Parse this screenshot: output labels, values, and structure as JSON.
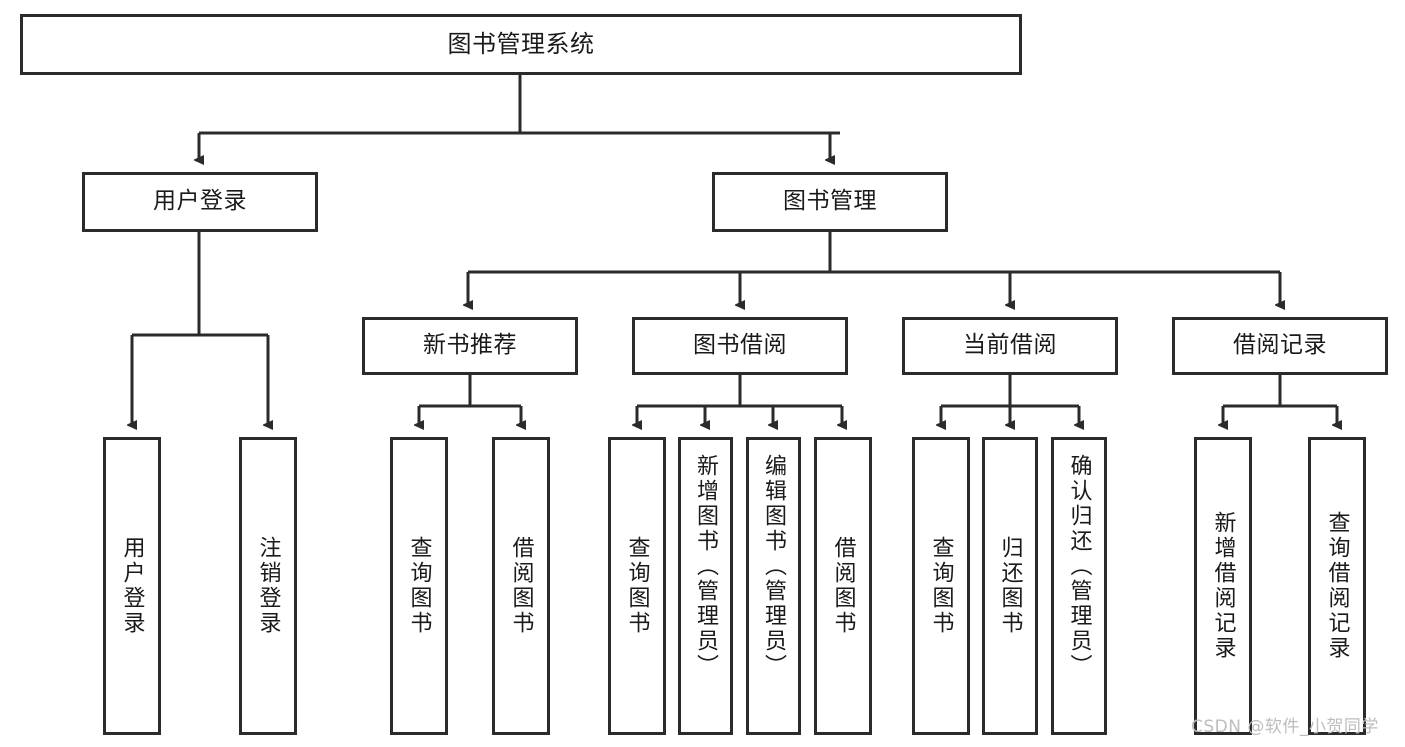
{
  "diagram": {
    "title": "图书管理系统",
    "type": "hierarchical-tree",
    "root": {
      "label": "图书管理系统"
    },
    "level2": [
      {
        "label": "用户登录"
      },
      {
        "label": "图书管理"
      }
    ],
    "level3": [
      {
        "label": "新书推荐"
      },
      {
        "label": "图书借阅"
      },
      {
        "label": "当前借阅"
      },
      {
        "label": "借阅记录"
      }
    ],
    "leaves": {
      "user_login": [
        {
          "label": "用户登录"
        },
        {
          "label": "注销登录"
        }
      ],
      "new_book_recommend": [
        {
          "label": "查询图书"
        },
        {
          "label": "借阅图书"
        }
      ],
      "book_borrow": [
        {
          "label": "查询图书"
        },
        {
          "label": "新增图书（管理员）"
        },
        {
          "label": "编辑图书（管理员）"
        },
        {
          "label": "借阅图书"
        }
      ],
      "current_borrow": [
        {
          "label": "查询图书"
        },
        {
          "label": "归还图书"
        },
        {
          "label": "确认归还（管理员）"
        }
      ],
      "borrow_records": [
        {
          "label": "新增借阅记录"
        },
        {
          "label": "查询借阅记录"
        }
      ]
    }
  },
  "watermark": {
    "text": "CSDN @软件_小贺同学"
  },
  "colors": {
    "stroke": "#2b2b2b",
    "background": "#ffffff",
    "text": "#1a1a1a",
    "watermark": "#bdbdbd"
  }
}
